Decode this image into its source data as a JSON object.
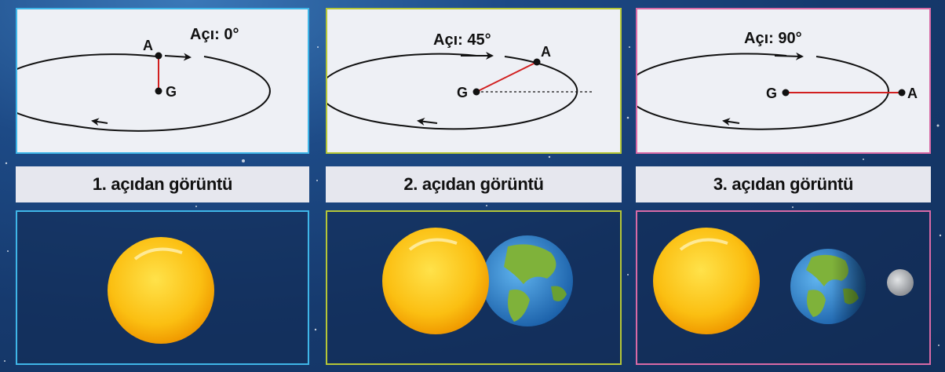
{
  "panels": [
    {
      "angle_label": "Açı: 0°",
      "point_a": "A",
      "point_g": "G",
      "caption": "1. açıdan görüntü",
      "border_color": "#3fb6e8"
    },
    {
      "angle_label": "Açı: 45°",
      "point_a": "A",
      "point_g": "G",
      "caption": "2. açıdan görüntü",
      "border_color": "#b5c637"
    },
    {
      "angle_label": "Açı: 90°",
      "point_a": "A",
      "point_g": "G",
      "caption": "3. açıdan görüntü",
      "border_color": "#d96aa6"
    }
  ],
  "colors": {
    "radius_line": "#d11f1f",
    "sun": "#f7b500",
    "earth_ocean": "#2a7fd0",
    "earth_land": "#7fb23a",
    "moon": "#b9bcc0"
  }
}
